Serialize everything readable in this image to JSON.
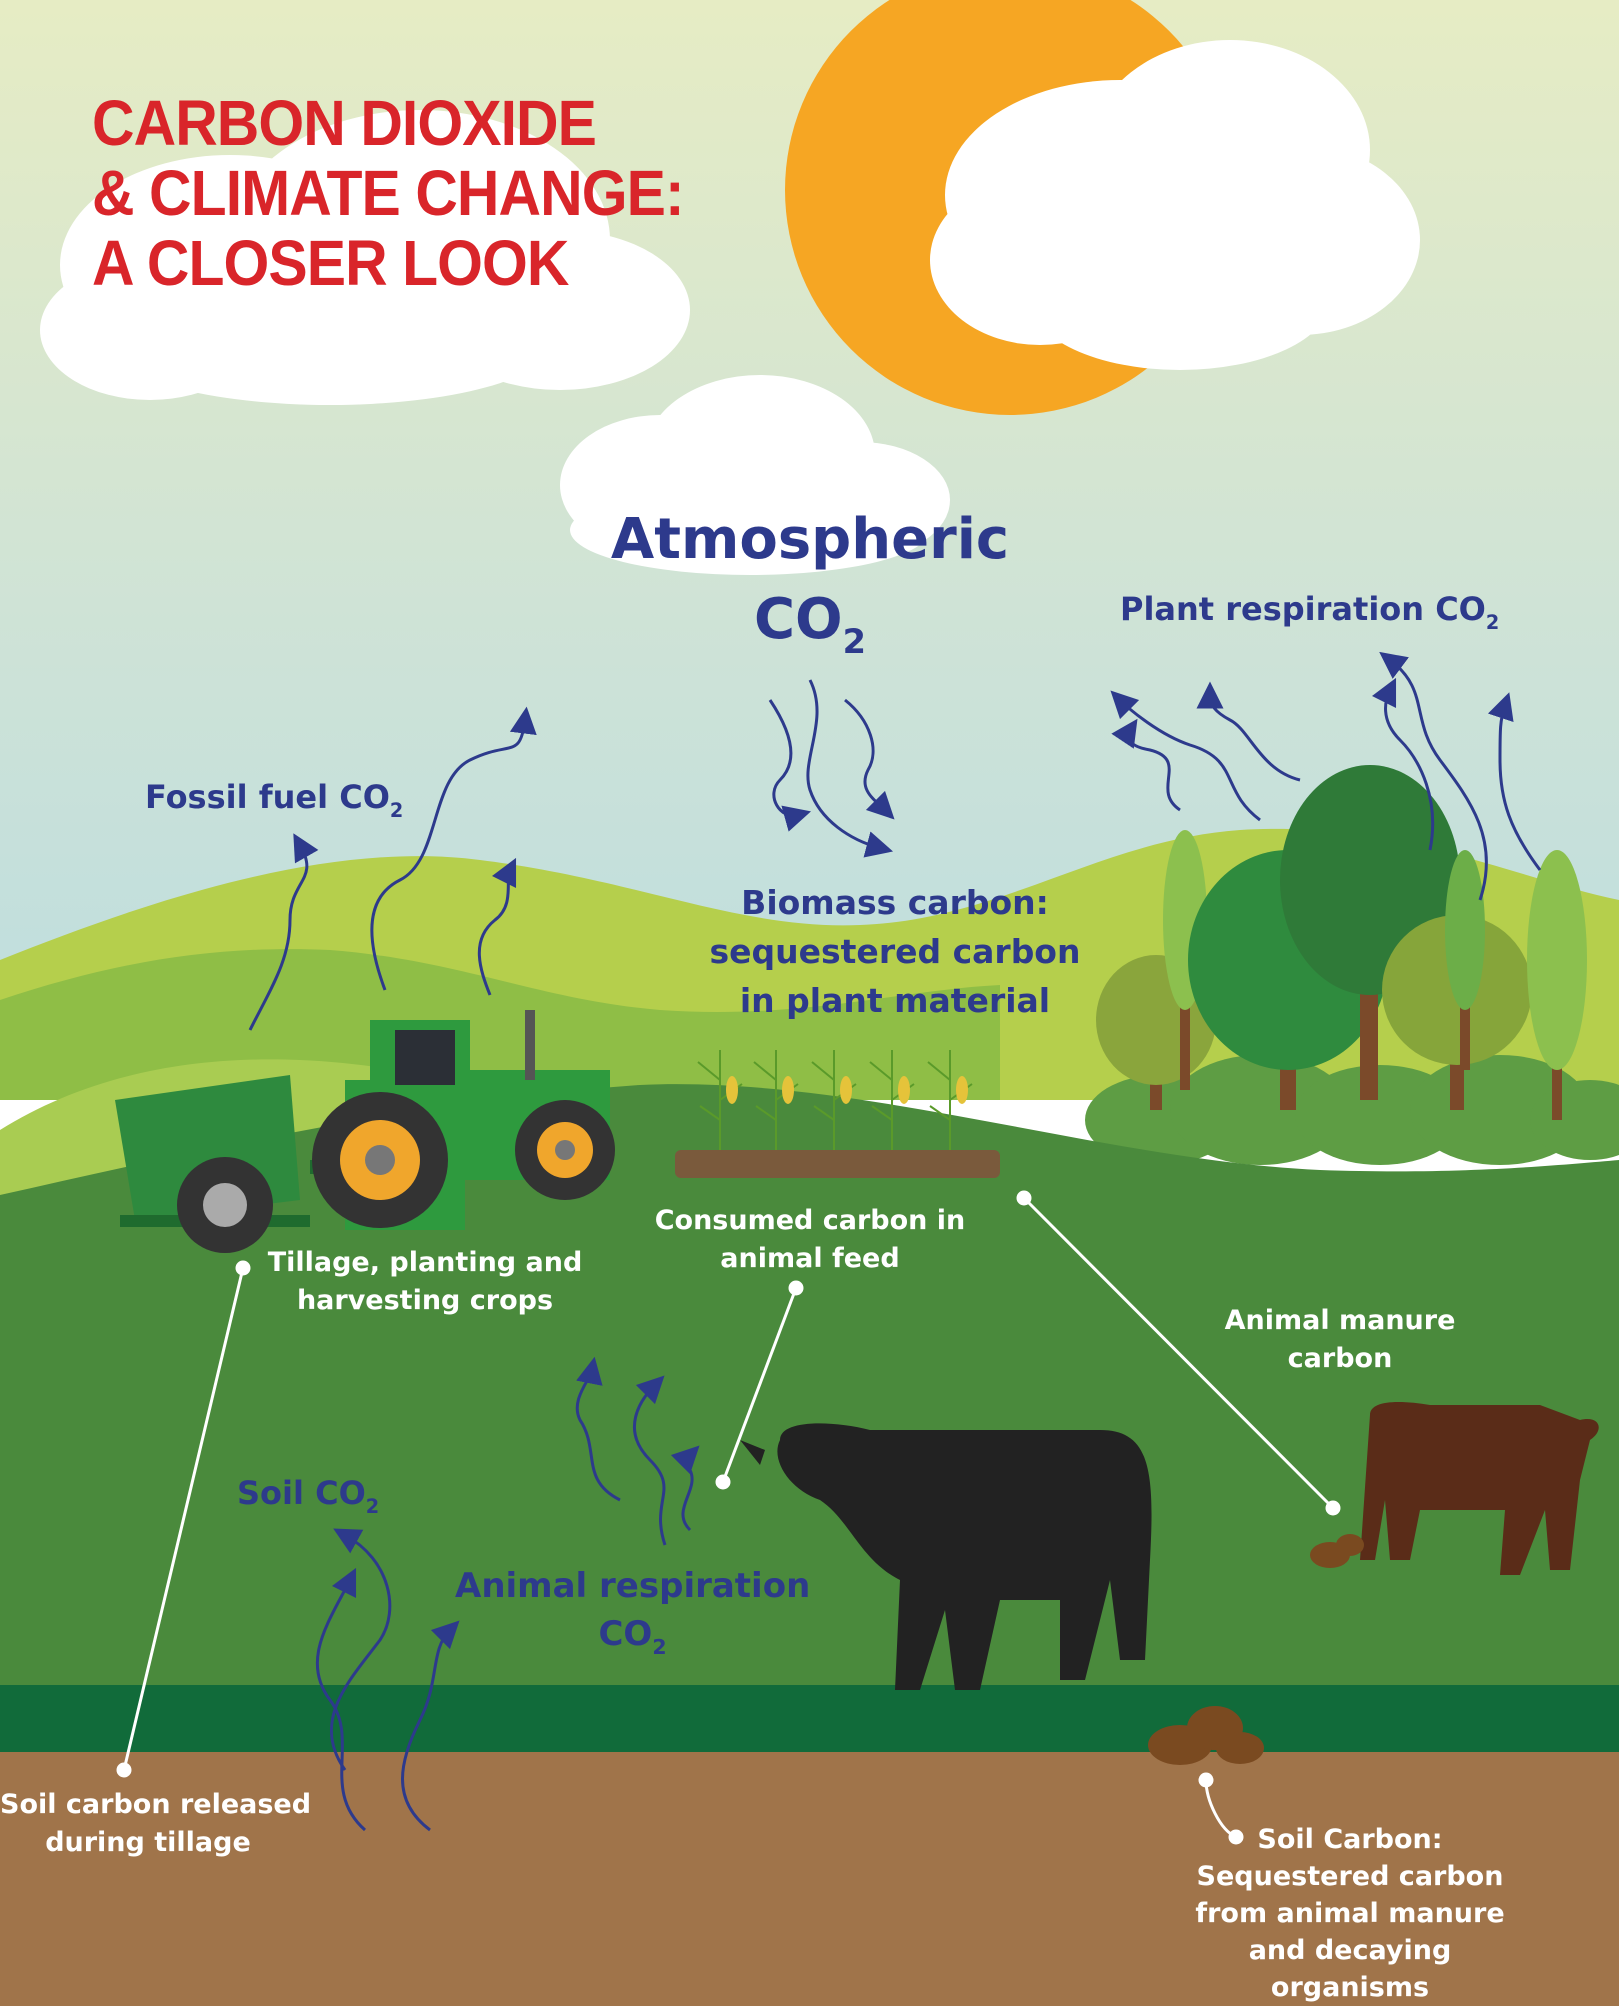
{
  "title": {
    "line1": "CARBON DIOXIDE",
    "line2": "& CLIMATE CHANGE:",
    "line3": "A CLOSER LOOK"
  },
  "labels": {
    "atmospheric_line1": "Atmospheric",
    "atmospheric_co": "CO",
    "atmospheric_sub": "2",
    "plant_respiration": "Plant respiration CO",
    "plant_respiration_sub": "2",
    "fossil_fuel": "Fossil fuel CO",
    "fossil_fuel_sub": "2",
    "biomass_line1": "Biomass carbon:",
    "biomass_line2": "sequestered carbon",
    "biomass_line3": "in plant material",
    "consumed_line1": "Consumed carbon in",
    "consumed_line2": "animal feed",
    "tillage_line1": "Tillage, planting and",
    "tillage_line2": "harvesting crops",
    "manure_line1": "Animal manure",
    "manure_line2": "carbon",
    "soil_co2": "Soil CO",
    "soil_co2_sub": "2",
    "animal_resp_line1": "Animal respiration",
    "animal_resp_co": "CO",
    "animal_resp_sub": "2",
    "soil_released_line1": "Soil carbon released",
    "soil_released_line2": "during tillage",
    "soil_carbon_line1": "Soil Carbon:",
    "soil_carbon_line2": "Sequestered carbon",
    "soil_carbon_line3": "from animal manure",
    "soil_carbon_line4": "and decaying",
    "soil_carbon_line5": "organisms"
  },
  "colors": {
    "title_red": "#d9252a",
    "label_navy": "#2d3a8c",
    "sun_orange": "#f6a623",
    "field_green": "#4a8a3c",
    "soil_brown": "#a0744a",
    "arrow_blue": "#2d3a8c"
  }
}
